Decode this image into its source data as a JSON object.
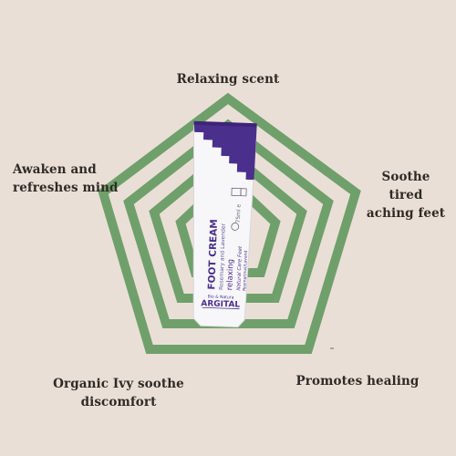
{
  "colors": {
    "background": "#eadfd6",
    "pentagon_stroke": "#6fa06b",
    "tube_purple": "#4b2f8c",
    "tube_white": "#f7f7f9",
    "label_text": "#2f2a26"
  },
  "labels": {
    "top": {
      "line1": "Relaxing scent"
    },
    "left": {
      "line1": "Awaken and",
      "line2": "refreshes mind"
    },
    "right": {
      "line1": "Soothe tired",
      "line2": "aching feet"
    },
    "bottom_left": {
      "line1": "Organic Ivy soothe",
      "line2": "discomfort"
    },
    "bottom_right": {
      "line1": "Promotes healing"
    }
  },
  "product": {
    "name": "FOOT CREAM",
    "subtitle": "Rosemary and Lavender",
    "variant": "relaxing",
    "tagline_1": "Natural Care Feet",
    "tagline_2": "Rosmarinus/Lavand",
    "volume": "75ml e",
    "brand": "ARGITAL",
    "brand_small": "Bio & Natura"
  }
}
